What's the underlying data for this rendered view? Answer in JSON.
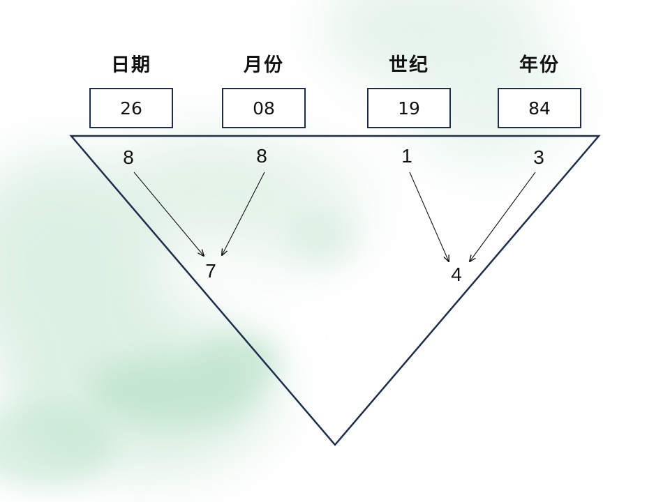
{
  "columns": [
    {
      "header": "日期",
      "value": "26",
      "digit_sum": "8"
    },
    {
      "header": "月份",
      "value": "08",
      "digit_sum": "8"
    },
    {
      "header": "世纪",
      "value": "19",
      "digit_sum": "1"
    },
    {
      "header": "年份",
      "value": "84",
      "digit_sum": "3"
    }
  ],
  "results": {
    "left": "7",
    "right": "4"
  },
  "colors": {
    "triangle_stroke": "#1e2d4a",
    "box_border": "#1e2d4a",
    "text": "#111111",
    "watercolor": "#9fd6b3"
  }
}
